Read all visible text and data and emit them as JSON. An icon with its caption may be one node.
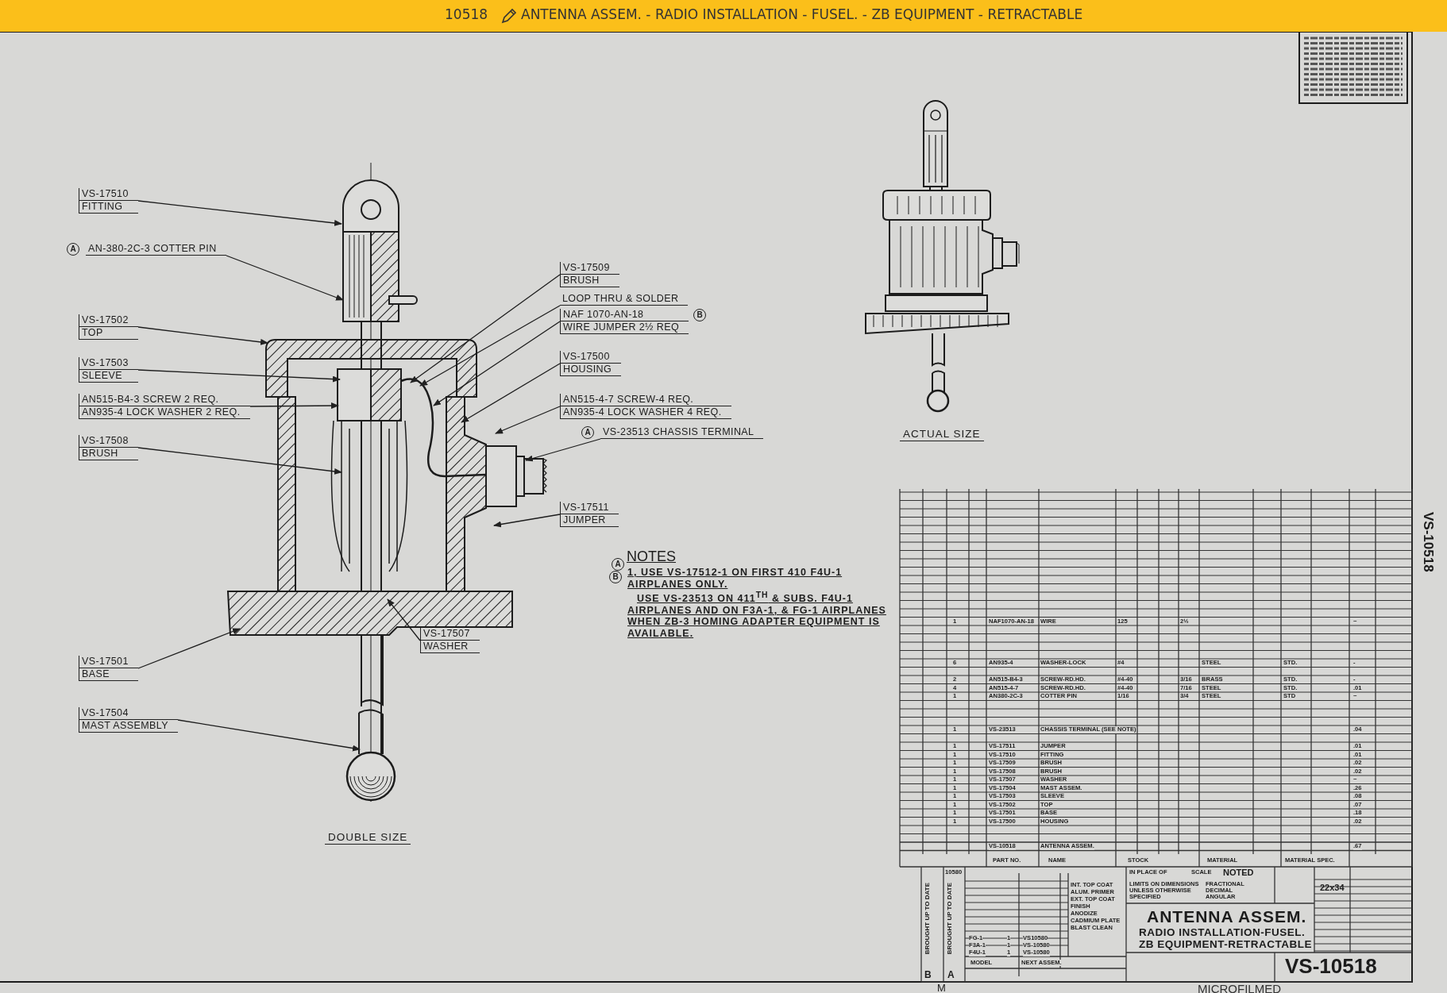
{
  "diagram": {
    "title": "ANTENNA ASSEM. - RADIO INSTALLATION - FUSEL. - ZB EQUIPMENT - RETRACTABLE",
    "nodes": [
      {
        "text": [
          "VS-17510",
          "FITTING"
        ]
      },
      {
        "text": [
          "AN-380-2C-3 COTTER PIN"
        ],
        "beside": [
          "A"
        ]
      },
      {
        "text": [
          "VS-17502",
          "TOP"
        ]
      },
      {
        "text": [
          "VS-17503",
          "SLEEVE"
        ]
      },
      {
        "text": [
          "AN515-B4-3 SCREW 2 REQ.",
          "AN935-4 LOCK WASHER 2 REQ."
        ]
      },
      {
        "text": [
          "VS-17508",
          "BRUSH"
        ]
      },
      {
        "text": [
          "VS-17501",
          "BASE"
        ]
      },
      {
        "text": [
          "VS-17504",
          "MAST ASSEMBLY"
        ]
      },
      {
        "text": [
          "VS-17507",
          "WASHER"
        ]
      },
      {
        "text": [
          "VS-17509",
          "BRUSH"
        ]
      },
      {
        "text": [
          "LOOP THRU & SOLDER"
        ]
      },
      {
        "text": [
          "NAF 1070-AN-18",
          "WIRE JUMPER 2½ REQ"
        ],
        "beside": [
          "B"
        ]
      },
      {
        "text": [
          "VS-17500",
          "HOUSING"
        ]
      },
      {
        "text": [
          "AN515-4-7 SCREW-4 REQ.",
          "AN935-4 LOCK WASHER 4 REQ."
        ]
      },
      {
        "text": [
          "VS-23513 CHASSIS TERMINAL"
        ],
        "beside": [
          "A"
        ]
      },
      {
        "text": [
          "VS-17511",
          "JUMPER"
        ]
      }
    ],
    "edges": [
      {
        "from": 0,
        "to": null,
        "arrow": "to"
      },
      {
        "from": 1,
        "to": null,
        "arrow": "to"
      },
      {
        "from": 2,
        "to": null,
        "arrow": "to"
      },
      {
        "from": 3,
        "to": null,
        "arrow": "to"
      },
      {
        "from": 4,
        "to": null,
        "arrow": "to"
      },
      {
        "from": 5,
        "to": null,
        "arrow": "to"
      },
      {
        "from": 6,
        "to": null,
        "arrow": "to"
      },
      {
        "from": 7,
        "to": null,
        "arrow": "to"
      },
      {
        "from": 8,
        "to": null,
        "arrow": "to"
      },
      {
        "from": 9,
        "to": null,
        "arrow": "to"
      },
      {
        "from": 10,
        "to": null,
        "arrow": "to"
      },
      {
        "from": 11,
        "to": null,
        "arrow": "to"
      },
      {
        "from": 12,
        "to": null,
        "arrow": "to"
      },
      {
        "from": 13,
        "to": null,
        "arrow": "to"
      },
      {
        "from": 14,
        "to": null,
        "arrow": "to"
      },
      {
        "from": 15,
        "to": null,
        "arrow": "to"
      }
    ],
    "labels": [
      "10518",
      "DOUBLE SIZE",
      "ACTUAL SIZE",
      "A",
      "B",
      "NOTES",
      "1, USE VS-17512-1 ON FIRST 410 F4U-1 AIRPLANES ONLY.",
      "USE VS-23513 ON 411$^{TH}$ & SUBS. F4U-1 AIRPLANES AND ON F3A-1, & FG-1 AIRPLANES WHEN ZB-3 HOMING ADAPTER EQUIPMENT IS AVAILABLE.",
      "1",
      "NAF1070-AN-18",
      "WIRE",
      "125",
      "2½",
      "~",
      "6",
      "AN935-4",
      "WASHER-LOCK",
      "#4",
      "STEEL",
      "STD.",
      "-",
      "2",
      "AN515-B4-3",
      "SCREW-RD.HD.",
      "#4-40",
      "3/16",
      "BRASS",
      "STD.",
      "-",
      "4",
      "AN515-4-7",
      "SCREW-RD.HD.",
      "#4-40",
      "7/16",
      "STEEL",
      "STD.",
      ".01",
      "1",
      "AN380-2C-3",
      "COTTER PIN",
      "1/16",
      "3/4",
      "STEEL",
      "STD",
      "~",
      "1",
      "VS-23513",
      "CHASSIS TERMINAL (SEE NOTE)",
      ".04",
      "1",
      "VS-17511",
      "JUMPER",
      ".01",
      "1",
      "VS-17510",
      "FITTING",
      ".01",
      "1",
      "VS-17509",
      "BRUSH",
      ".02",
      "1",
      "VS-17508",
      "BRUSH",
      ".02",
      "1",
      "VS-17507",
      "WASHER",
      "~",
      "1",
      "VS-17504",
      "MAST ASSEM.",
      ".26",
      "1",
      "VS-17503",
      "SLEEVE",
      ".08",
      "1",
      "VS-17502",
      "TOP",
      ".07",
      "1",
      "VS-17501",
      "BASE",
      ".18",
      "1",
      "VS-17500",
      "HOUSING",
      ".02",
      "VS-10518",
      "ANTENNA ASSEM.",
      ".67",
      "PART NO.",
      "NAME",
      "STOCK",
      "MATERIAL",
      "MATERIAL SPEC.",
      "10580",
      "INT. TOP COAT",
      "ALUM. PRIMER",
      "EXT. TOP COAT",
      "FINISH",
      "ANODIZE",
      "CADMIUM PLATE",
      "BLAST CLEAN",
      "IN PLACE OF",
      "SCALE",
      "NOTED",
      "LIMITS ON DIMENSIONS UNLESS OTHERWISE SPECIFIED",
      "FRACTIONAL",
      "DECIMAL",
      "ANGULAR",
      "22x34",
      "ANTENNA ASSEM.",
      "RADIO INSTALLATION-FUSEL.",
      "ZB EQUIPMENT-RETRACTABLE",
      "VS-10518",
      "BROUGHT UP TO DATE",
      "B",
      "BROUGHT UP TO DATE",
      "A",
      "FG-1",
      "1",
      "VS10580",
      "F3A-1",
      "1",
      "VS-10580",
      "F4U-1",
      "1",
      "VS-10580",
      "MODEL",
      "NEXT ASSEM.",
      "VS-10518",
      "M",
      "MICROFILMED"
    ]
  }
}
